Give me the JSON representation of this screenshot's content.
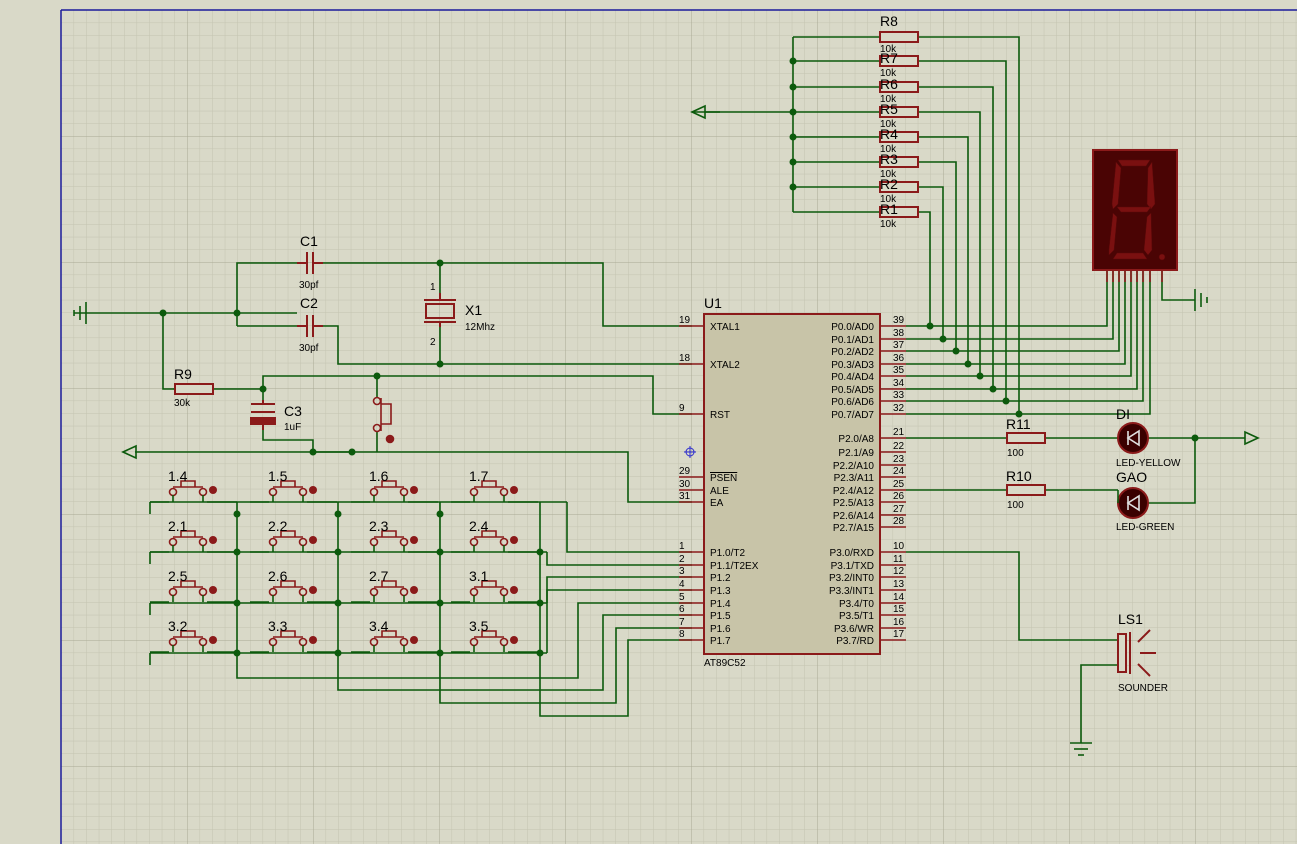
{
  "theme": {
    "sheet_bg": "#d9d9c8",
    "grid_minor": "#c3c3b0",
    "grid_major": "#a9a994",
    "wire": "#0c5a0c",
    "component": "#8b1a1a",
    "ic_fill": "#c8c4a8",
    "border": "#1a1a9a",
    "seg_bg": "#4a0404",
    "seg_off": "#7a1010"
  },
  "resistor_ladder": {
    "title": "R8",
    "labels": [
      "R7",
      "R6",
      "R5",
      "R4",
      "R3",
      "R2",
      "R1"
    ],
    "values": [
      "10k",
      "10k",
      "10k",
      "10k",
      "10k",
      "10k",
      "10k",
      "10k"
    ]
  },
  "c1": {
    "ref": "C1",
    "value": "30pf"
  },
  "c2": {
    "ref": "C2",
    "value": "30pf"
  },
  "x1": {
    "ref": "X1",
    "value": "12Mhz",
    "pin1": "1",
    "pin2": "2"
  },
  "r9": {
    "ref": "R9",
    "value": "30k"
  },
  "c3": {
    "ref": "C3",
    "value": "1uF"
  },
  "u1": {
    "ref": "U1",
    "part": "AT89C52",
    "left_pins": [
      {
        "num": "19",
        "name": "XTAL1"
      },
      {
        "num": "18",
        "name": "XTAL2"
      },
      {
        "num": "9",
        "name": "RST"
      },
      {
        "num": "29",
        "name": "PSEN"
      },
      {
        "num": "30",
        "name": "ALE"
      },
      {
        "num": "31",
        "name": "EA"
      },
      {
        "num": "1",
        "name": "P1.0/T2"
      },
      {
        "num": "2",
        "name": "P1.1/T2EX"
      },
      {
        "num": "3",
        "name": "P1.2"
      },
      {
        "num": "4",
        "name": "P1.3"
      },
      {
        "num": "5",
        "name": "P1.4"
      },
      {
        "num": "6",
        "name": "P1.5"
      },
      {
        "num": "7",
        "name": "P1.6"
      },
      {
        "num": "8",
        "name": "P1.7"
      }
    ],
    "right_pins": [
      {
        "num": "39",
        "name": "P0.0/AD0"
      },
      {
        "num": "38",
        "name": "P0.1/AD1"
      },
      {
        "num": "37",
        "name": "P0.2/AD2"
      },
      {
        "num": "36",
        "name": "P0.3/AD3"
      },
      {
        "num": "35",
        "name": "P0.4/AD4"
      },
      {
        "num": "34",
        "name": "P0.5/AD5"
      },
      {
        "num": "33",
        "name": "P0.6/AD6"
      },
      {
        "num": "32",
        "name": "P0.7/AD7"
      },
      {
        "num": "21",
        "name": "P2.0/A8"
      },
      {
        "num": "22",
        "name": "P2.1/A9"
      },
      {
        "num": "23",
        "name": "P2.2/A10"
      },
      {
        "num": "24",
        "name": "P2.3/A11"
      },
      {
        "num": "25",
        "name": "P2.4/A12"
      },
      {
        "num": "26",
        "name": "P2.5/A13"
      },
      {
        "num": "27",
        "name": "P2.6/A14"
      },
      {
        "num": "28",
        "name": "P2.7/A15"
      },
      {
        "num": "10",
        "name": "P3.0/RXD"
      },
      {
        "num": "11",
        "name": "P3.1/TXD"
      },
      {
        "num": "12",
        "name": "P3.2/INT0"
      },
      {
        "num": "13",
        "name": "P3.3/INT1"
      },
      {
        "num": "14",
        "name": "P3.4/T0"
      },
      {
        "num": "15",
        "name": "P3.5/T1"
      },
      {
        "num": "16",
        "name": "P3.6/WR"
      },
      {
        "num": "17",
        "name": "P3.7/RD"
      }
    ]
  },
  "r11": {
    "ref": "R11",
    "value": "100"
  },
  "r10": {
    "ref": "R10",
    "value": "100"
  },
  "led_yellow": {
    "ref": "DI",
    "part": "LED-YELLOW"
  },
  "led_green": {
    "ref": "GAO",
    "part": "LED-GREEN"
  },
  "sounder": {
    "ref": "LS1",
    "part": "SOUNDER"
  },
  "keypad": {
    "labels": [
      "1.4",
      "1.5",
      "1.6",
      "1.7",
      "2.1",
      "2.2",
      "2.3",
      "2.4",
      "2.5",
      "2.6",
      "2.7",
      "3.1",
      "3.2",
      "3.3",
      "3.4",
      "3.5"
    ]
  }
}
